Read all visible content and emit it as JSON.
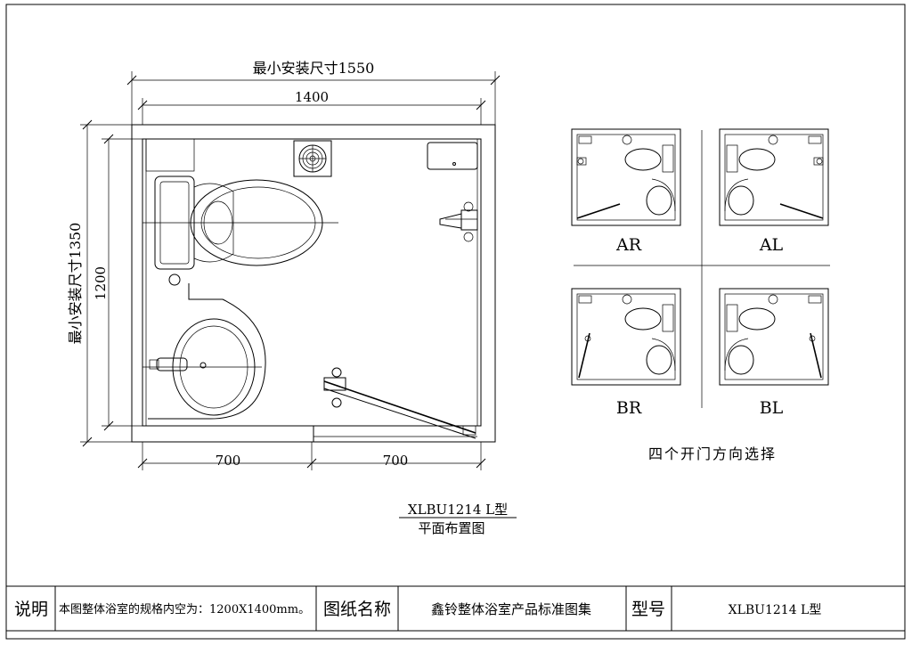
{
  "plan": {
    "min_width_label": "最小安装尺寸1550",
    "inner_width_label": "1400",
    "min_height_label": "最小安装尺寸1350",
    "inner_height_label": "1200",
    "left_segment_label": "700",
    "right_segment_label": "700",
    "model_caption": "XLBU1214 L型",
    "plan_caption": "平面布置图"
  },
  "variants": [
    {
      "label": "AR"
    },
    {
      "label": "AL"
    },
    {
      "label": "BR"
    },
    {
      "label": "BL"
    }
  ],
  "variants_caption": "四个开门方向选择",
  "title_block": {
    "note_header": "说明",
    "note_text": "本图整体浴室的规格内空为：1200X1400mm。",
    "drawing_name_header": "图纸名称",
    "drawing_name": "鑫铃整体浴室产品标准图集",
    "model_header": "型号",
    "model_value": "XLBU1214 L型"
  }
}
